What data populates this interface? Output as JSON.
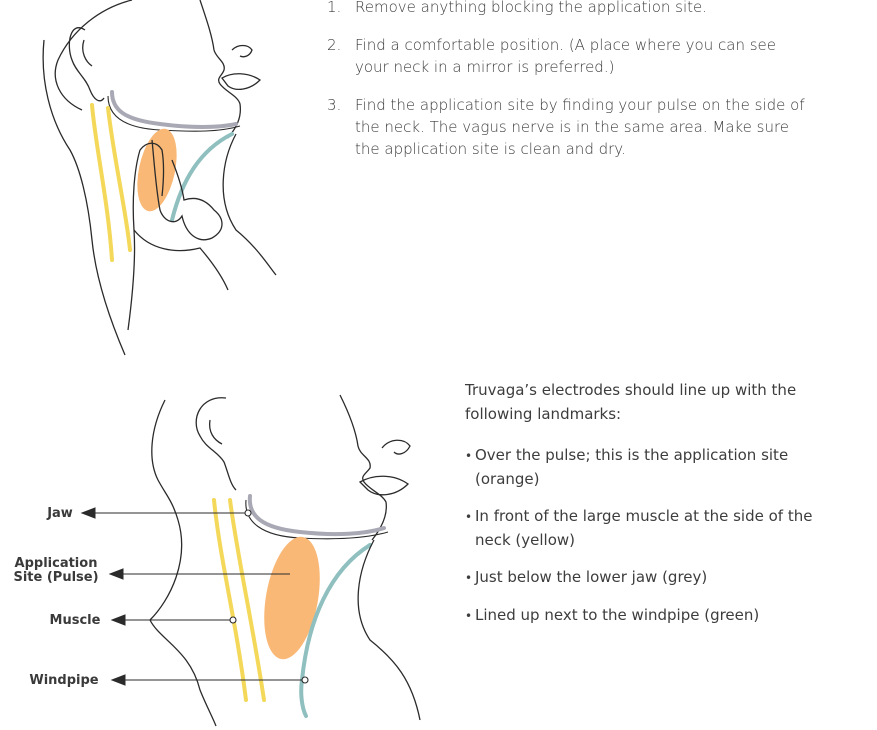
{
  "steps": [
    {
      "number": "1.",
      "text": "Remove anything blocking the application site."
    },
    {
      "number": "2.",
      "text": "Find a comfortable position. (A place where you can see your neck in a mirror is preferred.)"
    },
    {
      "number": "3.",
      "text": "Find the application site by finding your pulse on the side of the neck. The vagus nerve is in the same area. Make sure the application site is clean and dry."
    }
  ],
  "landmarks_intro": "Truvaga’s electrodes should line up with the following landmarks:",
  "landmarks": [
    "Over the pulse; this is the application site (orange)",
    "In front of the large muscle at the side of the neck (yellow)",
    "Just below the lower jaw (grey)",
    "Lined up next to the windpipe (green)"
  ],
  "labels": {
    "jaw": "Jaw",
    "application_site_line1": "Application",
    "application_site_line2": "Site (Pulse)",
    "muscle": "Muscle",
    "windpipe": "Windpipe"
  },
  "colors": {
    "application_site": "#f9b876",
    "muscle": "#f4d85a",
    "jaw": "#a9a9b5",
    "windpipe": "#8fbfbf",
    "outline": "#2b2b2b"
  }
}
